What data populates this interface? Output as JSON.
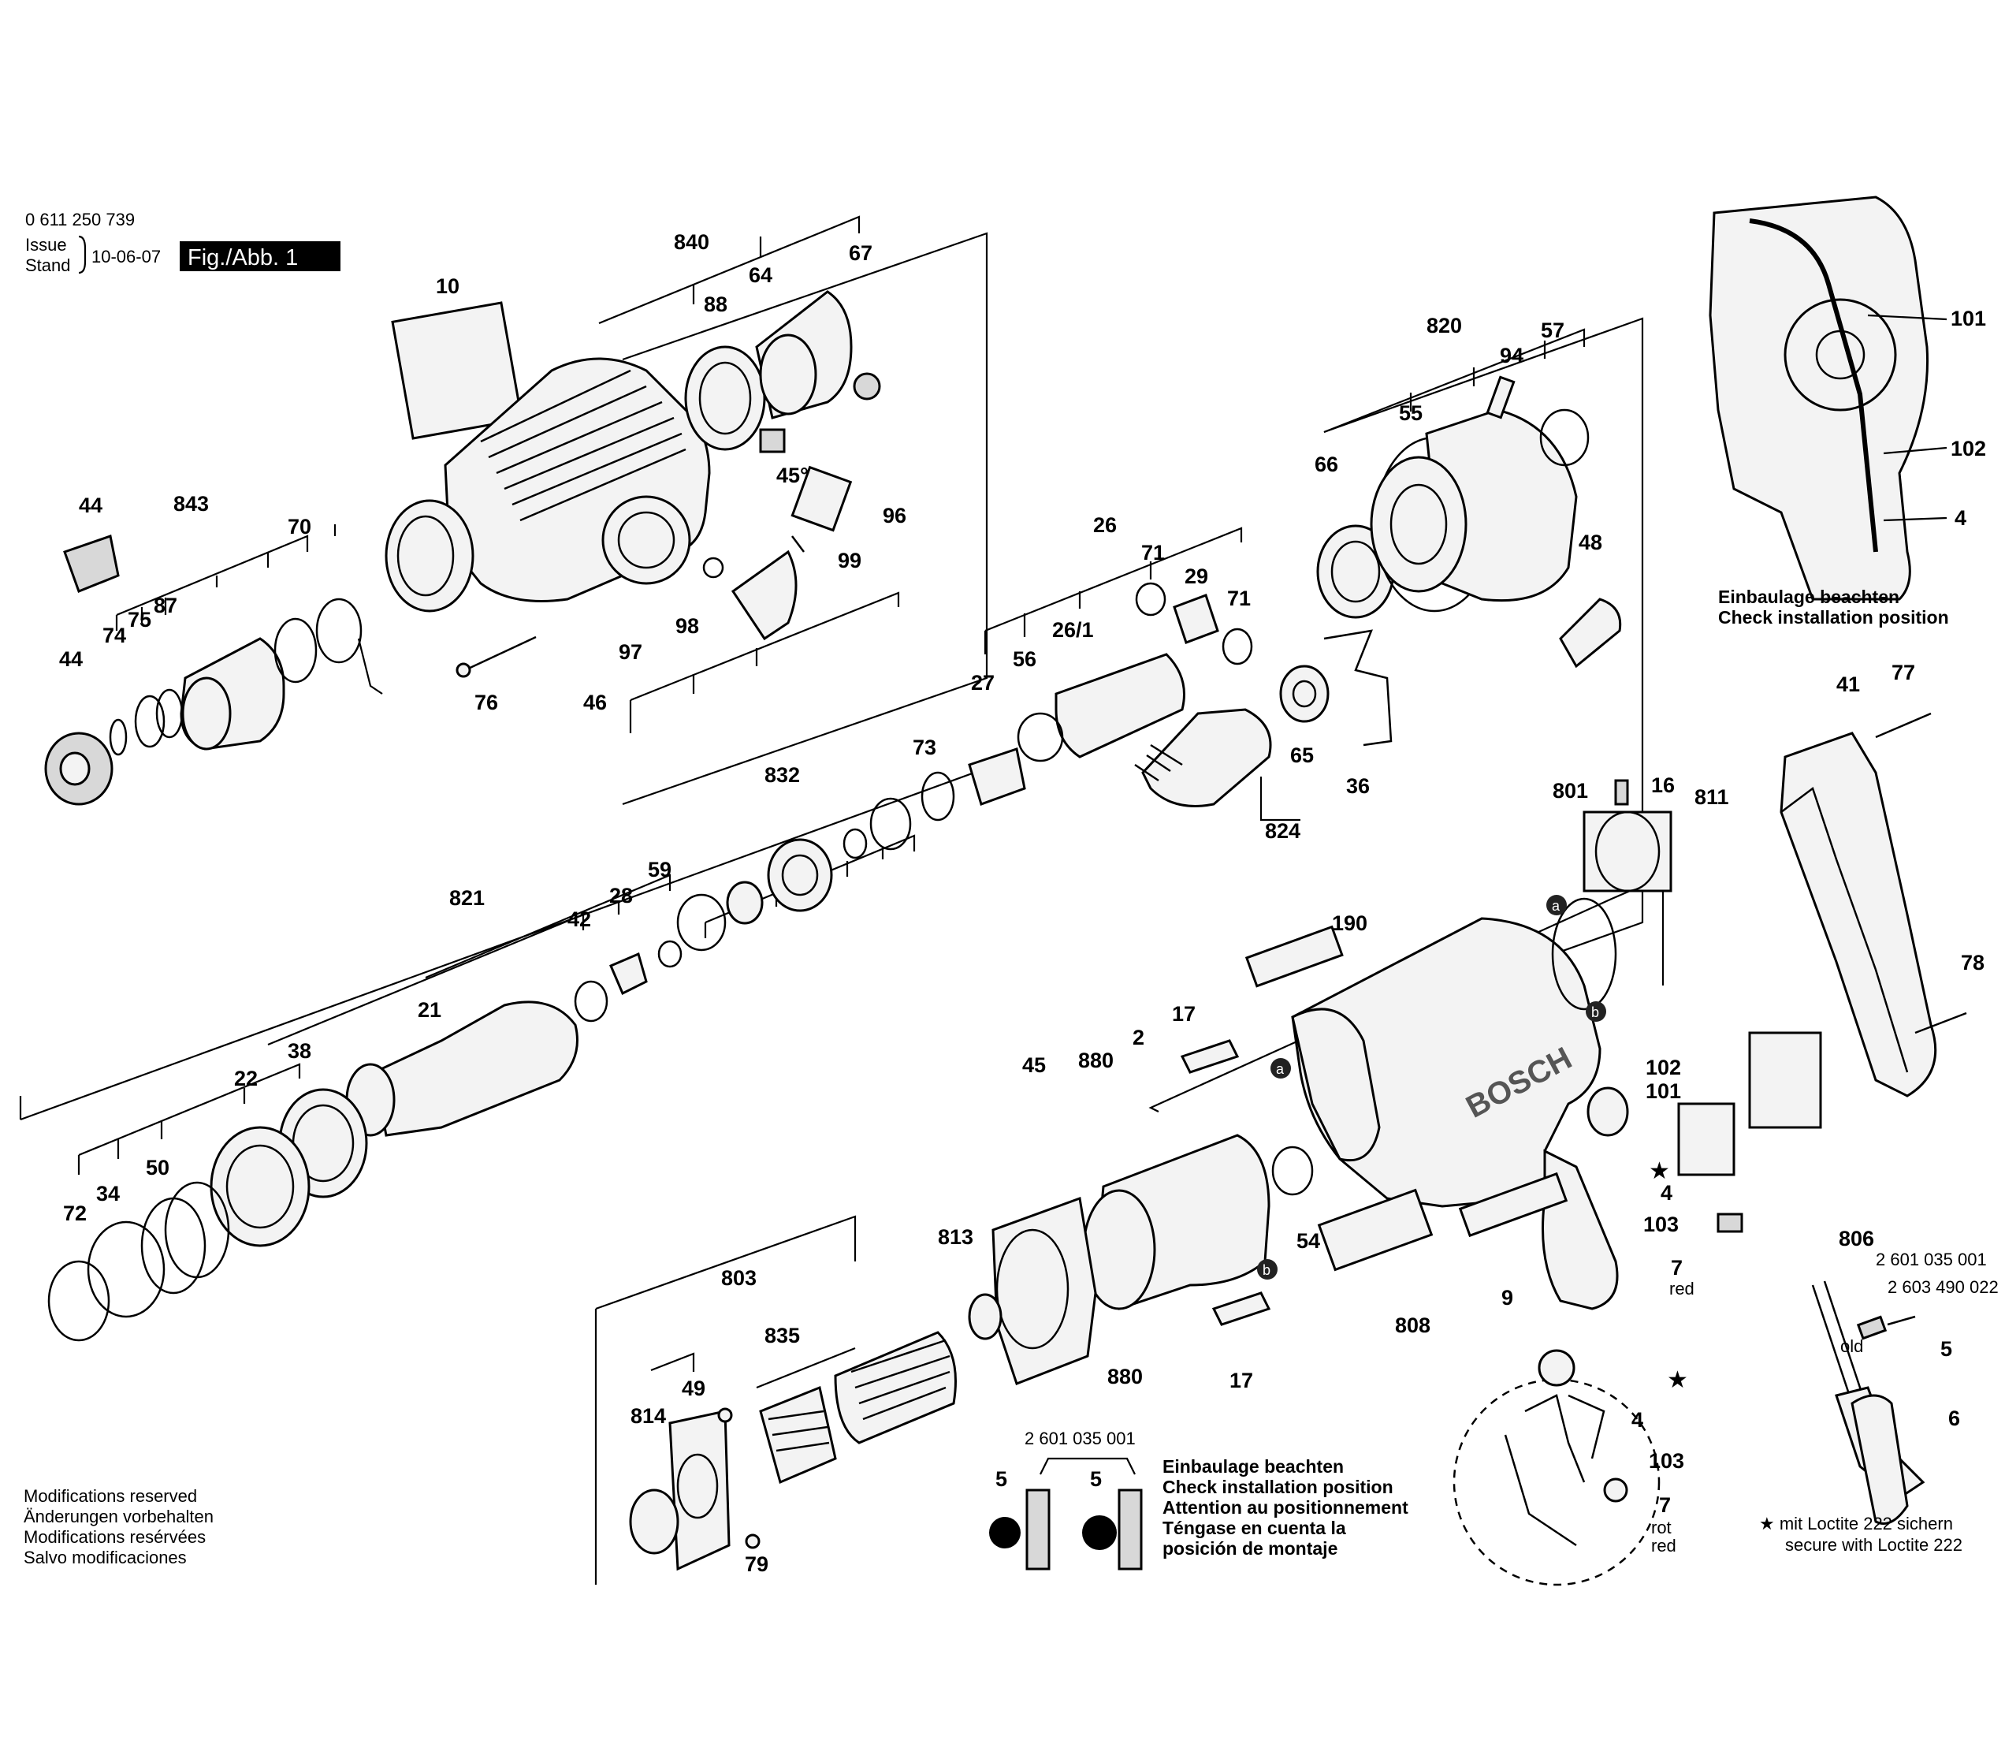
{
  "header": {
    "part_number": "0 611 250 739",
    "issue_label": "Issue",
    "stand_label": "Stand",
    "date": "10-06-07",
    "figure": "Fig./Abb. 1"
  },
  "brand": "BOSCH",
  "notes": {
    "inset_top": [
      "Einbaulage beachten",
      "Check installation position"
    ],
    "brush_install": [
      "Einbaulage beachten",
      "Check installation position",
      "Attention au positionnement",
      "Téngase en cuenta la",
      "posición de montaje"
    ],
    "modifications": [
      "Modifications reserved",
      "Änderungen vorbehalten",
      "Modifications resérvées",
      "Salvo modificaciones"
    ],
    "loctite": [
      "★ mit Loctite 222 sichern",
      "secure with Loctite 222"
    ],
    "brush_part_number": "2 601 035 001",
    "old_part_number": "2 603 490 022",
    "old_label": "old",
    "red_label": "red",
    "rot_label": "rot"
  },
  "part_labels": [
    "10",
    "840",
    "88",
    "64",
    "67",
    "44",
    "843",
    "70",
    "74",
    "75",
    "87",
    "76",
    "97",
    "98",
    "46",
    "99",
    "96",
    "45°",
    "26",
    "71",
    "29",
    "26/1",
    "27",
    "56",
    "820",
    "94",
    "57",
    "55",
    "66",
    "48",
    "65",
    "36",
    "824",
    "832",
    "73",
    "821",
    "42",
    "28",
    "59",
    "21",
    "22",
    "38",
    "72",
    "34",
    "50",
    "801",
    "811",
    "16",
    "41",
    "77",
    "78",
    "190",
    "17",
    "880",
    "2",
    "45",
    "54",
    "102",
    "101",
    "4",
    "103",
    "7",
    "806",
    "813",
    "803",
    "835",
    "814",
    "49",
    "79",
    "808",
    "9",
    "5",
    "6"
  ]
}
